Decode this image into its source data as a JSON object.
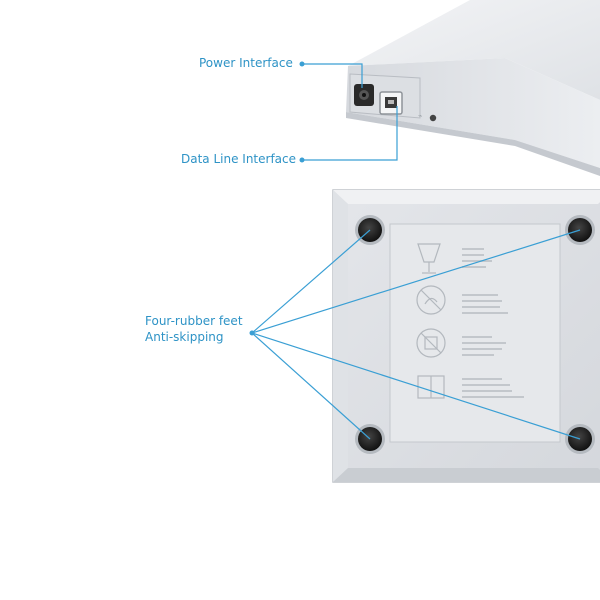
{
  "labels": {
    "power_interface": "Power Interface",
    "data_line_interface": "Data Line Interface",
    "feet_line1": "Four-rubber feet",
    "feet_line2": "Anti-skipping"
  },
  "colors": {
    "callout_text": "#2e93c6",
    "callout_line": "#3a9fd4",
    "device_body": "#e9ebee",
    "device_edge": "#c9cdd3",
    "rubber_foot": "#2b2b2b"
  },
  "icons": {
    "foot": "rubber-foot-icon",
    "glass": "fragile-glass-icon",
    "no_touch": "no-touch-icon",
    "no_drop": "no-drop-icon",
    "book": "manual-book-icon"
  }
}
